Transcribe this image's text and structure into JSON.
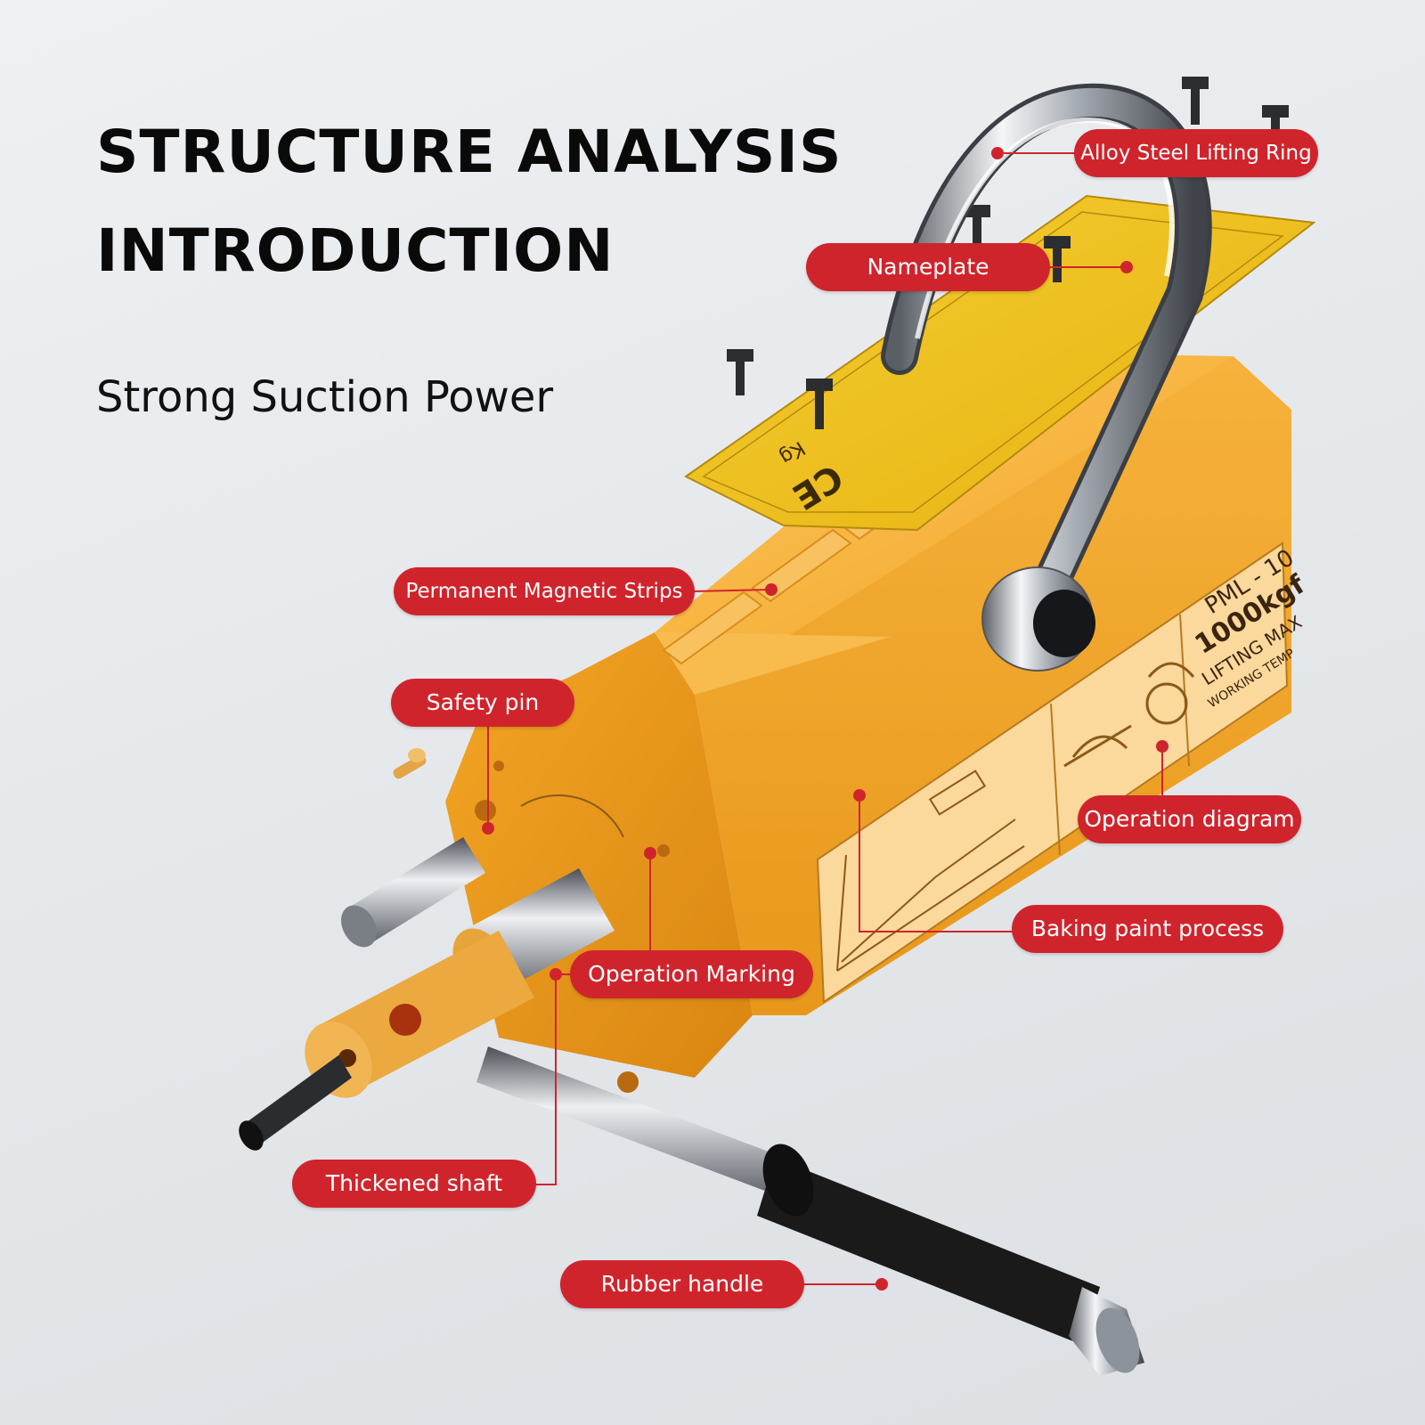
{
  "heading": {
    "line1": "STRUCTURE ANALYSIS",
    "line2": "INTRODUCTION",
    "subtitle": "Strong Suction Power"
  },
  "callouts": {
    "ring": "Alloy Steel Lifting Ring",
    "nameplate": "Nameplate",
    "strips": "Permanent Magnetic Strips",
    "safety_pin": "Safety pin",
    "operation_diagram": "Operation diagram",
    "baking": "Baking paint process",
    "marking": "Operation Marking",
    "shaft": "Thickened shaft",
    "handle": "Rubber handle"
  },
  "product_label": {
    "model": "PML - 10",
    "capacity": "1000kgf",
    "lifting": "LIFTING MAX",
    "temp": "WORKING TEMP"
  },
  "nameplate_text": {
    "unit": "Kg",
    "ce": "CE"
  },
  "colors": {
    "callout": "#d0242c",
    "body": "#f4a51e",
    "nameplate": "#f2c11a",
    "handle": "#1a1a1a"
  }
}
